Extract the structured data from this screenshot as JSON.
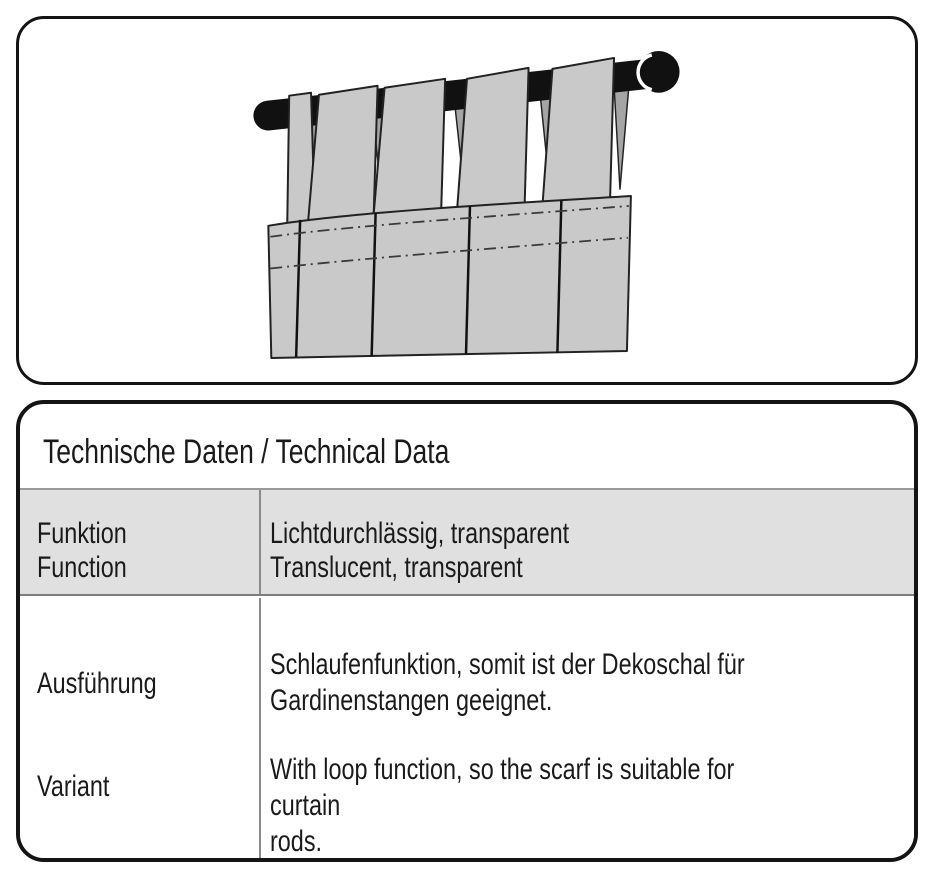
{
  "illustration": {
    "icon": "tab-top-curtain-on-rod-icon",
    "description": "line drawing of a decorative curtain hanging by fabric loops on a black curtain rod"
  },
  "table": {
    "title": "Technische Daten / Technical Data",
    "rows": [
      {
        "label": "Funktion\nFunction",
        "value": "Lichtdurchlässig, transparent\nTranslucent, transparent"
      },
      {
        "label_top": "Ausführung",
        "label_bottom": "Variant",
        "value_top": "Schlaufenfunktion, somit ist der Dekoschal für\nGardinenstangen geeignet.",
        "value_bottom": "With loop function, so the scarf is suitable for curtain\nrods."
      }
    ]
  },
  "colors": {
    "outline": "#141414",
    "rod": "#111111",
    "fabric_light": "#c9c9c9",
    "fabric_shadow": "#a5a5a5",
    "row_background": "#e0e0e0",
    "divider": "#8a8a8a"
  }
}
